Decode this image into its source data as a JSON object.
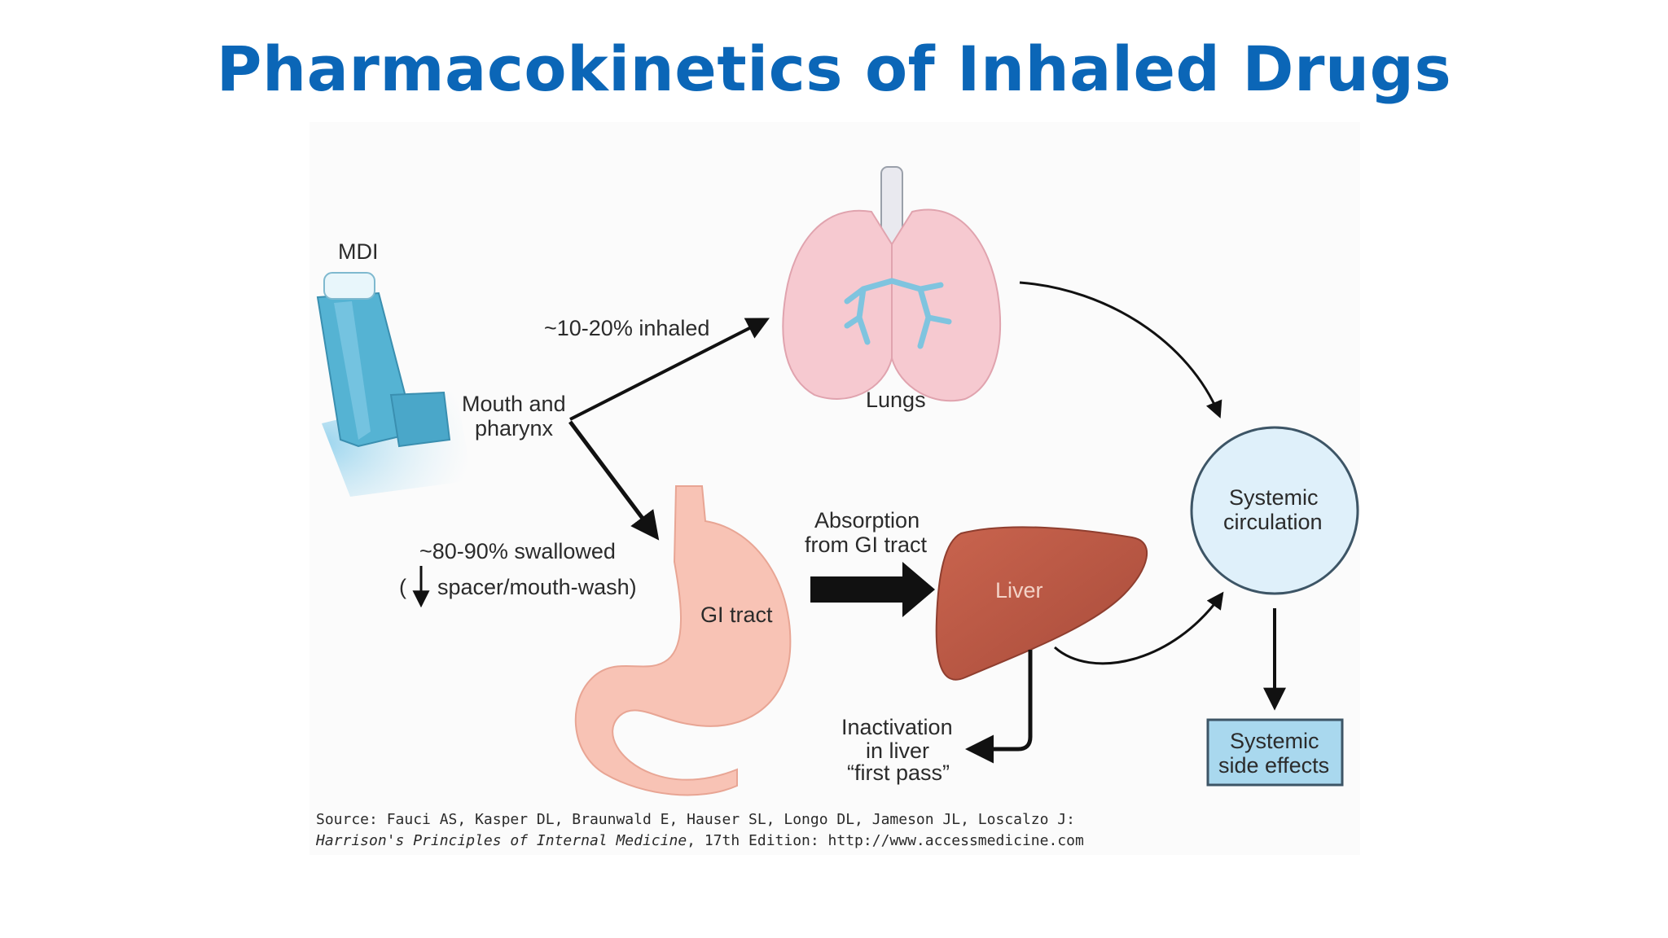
{
  "title": "Pharmacokinetics of Inhaled Drugs",
  "labels": {
    "mdi": "MDI",
    "mouth_line1": "Mouth and",
    "mouth_line2": "pharynx",
    "inhaled": "~10-20% inhaled",
    "lungs": "Lungs",
    "swallowed": "~80-90% swallowed",
    "spacer_open": "(",
    "spacer_text": "spacer/mouth-wash)",
    "gi_tract": "GI tract",
    "absorption_line1": "Absorption",
    "absorption_line2": "from GI tract",
    "liver": "Liver",
    "inactivation_line1": "Inactivation",
    "inactivation_line2": "in liver",
    "inactivation_line3": "“first pass”",
    "systemic_line1": "Systemic",
    "systemic_line2": "circulation",
    "side_effects_line1": "Systemic",
    "side_effects_line2": "side effects"
  },
  "source": {
    "line1": "Source: Fauci AS, Kasper DL, Braunwald E, Hauser SL, Longo DL, Jameson JL, Loscalzo J:",
    "line2_italic": "Harrison's Principles of Internal Medicine",
    "line2_rest": ", 17th Edition: http://www.accessmedicine.com"
  },
  "colors": {
    "title": "#0b66b7",
    "inhaler": "#55b3d3",
    "lungs": "#f6c9d0",
    "bronchi": "#7fc4df",
    "stomach": "#f8c3b5",
    "liver": "#bf5c47",
    "circulation": "#dff0fa",
    "side_effects": "#a9d8ee"
  }
}
